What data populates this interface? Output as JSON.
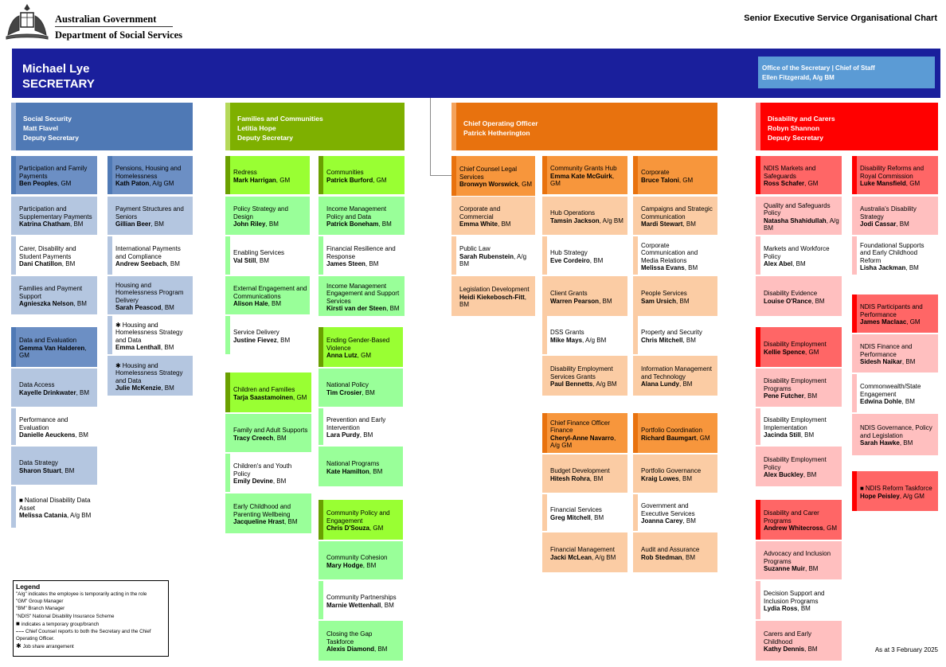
{
  "header": {
    "gov_line1": "Australian Government",
    "gov_line2": "Department of Social Services",
    "chart_title": "Senior Executive Service Organisational Chart",
    "as_at": "As at 3 February 2025"
  },
  "secretary": {
    "name": "Michael Lye",
    "title": "SECRETARY"
  },
  "office_of_secretary": {
    "title": "Office of the Secretary | Chief of Staff",
    "person": "Ellen Fitzgerald, A/g BM"
  },
  "colors": {
    "banner": "#1a1f9c",
    "cos": "#5b9bd5",
    "social_dept": "#4f79b5",
    "social_gm": "#6c8fc4",
    "social_bm": "#b4c6e0",
    "social_accent": "#4f79b5",
    "families_dept": "#7eb000",
    "families_gm": "#99ff33",
    "families_bm": "#99ff99",
    "families_accent": "#6aa000",
    "coo_dept": "#e8720e",
    "coo_gm": "#f7963c",
    "coo_bm": "#fbcca4",
    "coo_accent": "#e8720e",
    "disability_dept": "#ff0000",
    "disability_gm": "#ff6666",
    "disability_bm": "#ffbfbf",
    "disability_accent": "#ff0000"
  },
  "departments": {
    "social": {
      "l1": "Social Security",
      "l2": "Matt Flavel",
      "l3": "Deputy Secretary"
    },
    "families": {
      "l1": "Families and Communities",
      "l2": "Letitia Hope",
      "l3": "Deputy Secretary"
    },
    "coo": {
      "l1": "Chief Operating Officer",
      "l2": "Patrick Hetherington"
    },
    "disability": {
      "l1": "Disability and Carers",
      "l2": "Robyn Shannon",
      "l3": "Deputy Secretary"
    }
  },
  "boxes": {
    "s1": {
      "t": "Participation and Family Payments",
      "n": "Ben Peoples",
      "r": ", GM"
    },
    "s2": {
      "t": "Participation and Supplementary Payments",
      "n": "Katrina Chatham",
      "r": ", BM"
    },
    "s3": {
      "t": "Carer, Disability and Student Payments",
      "n": "Dani Chatillon",
      "r": ", BM"
    },
    "s4": {
      "t": "Families and Payment Support",
      "n": "Agnieszka Nelson",
      "r": ", BM"
    },
    "s5": {
      "t": "Data and Evaluation",
      "n": "Gemma Van Halderen",
      "r": ", GM"
    },
    "s6": {
      "t": "Data Access",
      "n": "Kayelle Drinkwater",
      "r": ", BM"
    },
    "s7": {
      "t": "Performance and Evaluation",
      "n": "Danielle Aeuckens",
      "r": ", BM"
    },
    "s8": {
      "t": "Data Strategy",
      "n": "Sharon Stuart",
      "r": ", BM"
    },
    "s9": {
      "t": "National Disability Data Asset",
      "n": "Melissa Catania",
      "r": ", A/g BM"
    },
    "p1": {
      "t": "Pensions, Housing and Homelessness",
      "n": "Kath Paton",
      "r": ", A/g GM"
    },
    "p2": {
      "t": "Payment Structures and Seniors",
      "n": "Gillian Beer",
      "r": ", BM"
    },
    "p3": {
      "t": "International Payments and Compliance",
      "n": "Andrew Seebach",
      "r": ", BM"
    },
    "p4": {
      "t": "Housing and Homelessness Program Delivery",
      "n": "Sarah Peascod",
      "r": ", BM"
    },
    "p5": {
      "t": "Housing and Homelessness Strategy and Data",
      "n": "Emma Lenthall",
      "r": ", BM"
    },
    "p6": {
      "t": "Housing and Homelessness Strategy and Data",
      "n": "Julie McKenzie",
      "r": ", BM"
    },
    "f1": {
      "t": "Redress",
      "n": "Mark Harrigan",
      "r": ", GM"
    },
    "f2": {
      "t": "Policy Strategy and Design",
      "n": "John Riley",
      "r": ", BM"
    },
    "f3": {
      "t": "Enabling Services",
      "n": "Val Still",
      "r": ", BM"
    },
    "f4": {
      "t": "External Engagement and Communications",
      "n": "Alison Hale",
      "r": ", BM"
    },
    "f5": {
      "t": "Service Delivery",
      "n": "Justine Fievez",
      "r": ", BM"
    },
    "f6": {
      "t": "Children and Families",
      "n": "Tarja Saastamoinen",
      "r": ", GM"
    },
    "f7": {
      "t": "Family and Adult Supports",
      "n": "Tracy Creech",
      "r": ", BM"
    },
    "f8": {
      "t": "Children's and Youth Policy",
      "n": "Emily Devine",
      "r": ", BM"
    },
    "f9": {
      "t": "Early Childhood and Parenting Wellbeing",
      "n": "Jacqueline Hrast",
      "r": ", BM"
    },
    "c1": {
      "t": "Communities",
      "n": "Patrick Burford",
      "r": ", GM"
    },
    "c2": {
      "t": "Income Management Policy and Data",
      "n": "Patrick Boneham",
      "r": ", BM"
    },
    "c3": {
      "t": "Financial Resilience and Response",
      "n": "James Steen",
      "r": ", BM"
    },
    "c4": {
      "t": "Income Management Engagement and Support Services",
      "n": "Kirsti van der Steen",
      "r": ", BM"
    },
    "c5": {
      "t": "Ending Gender-Based Violence",
      "n": "Anna Lutz",
      "r": ", GM"
    },
    "c6": {
      "t": "National Policy",
      "n": "Tim Crosier",
      "r": ", BM"
    },
    "c7": {
      "t": "Prevention and Early Intervention",
      "n": "Lara Purdy",
      "r": ", BM"
    },
    "c8": {
      "t": "National Programs",
      "n": "Kate Hamilton",
      "r": ", BM"
    },
    "c9": {
      "t": "Community Policy and Engagement",
      "n": "Chris D'Souza",
      "r": ", GM"
    },
    "c10": {
      "t": "Community Cohesion",
      "n": "Mary Hodge",
      "r": ", BM"
    },
    "c11": {
      "t": "Community Partnerships",
      "n": "Marnie Wettenhall",
      "r": ", BM"
    },
    "c12": {
      "t": "Closing the Gap Taskforce",
      "n": "Alexis Diamond",
      "r": ", BM"
    },
    "o1": {
      "t": "Chief Counsel Legal Services",
      "n": "Bronwyn Worswick",
      "r": ", GM"
    },
    "o2": {
      "t": "Corporate and Commercial",
      "n": "Emma White",
      "r": ", BM"
    },
    "o3": {
      "t": "Public Law",
      "n": "Sarah Rubenstein",
      "r": ", A/g BM"
    },
    "o4": {
      "t": "Legislation Development",
      "n": "Heidi Kiekebosch-Fitt",
      "r": ", BM"
    },
    "g1": {
      "t": "Community Grants Hub",
      "n": "Emma Kate McGuirk",
      "r": ", GM"
    },
    "g2": {
      "t": "Hub Operations",
      "n": "Tamsin Jackson",
      "r": ", A/g BM"
    },
    "g3": {
      "t": "Hub Strategy",
      "n": "Eve Cordeiro",
      "r": ", BM"
    },
    "g4": {
      "t": "Client Grants",
      "n": "Warren Pearson",
      "r": ", BM"
    },
    "g5": {
      "t": "DSS Grants",
      "n": "Mike Mays",
      "r": ", A/g BM"
    },
    "g6": {
      "t": "Disability Employment Services Grants",
      "n": "Paul Bennetts",
      "r": ", A/g BM"
    },
    "g7": {
      "t": "Chief Finance Officer Finance",
      "n": "Cheryl-Anne Navarro",
      "r": ", A/g GM"
    },
    "g8": {
      "t": "Budget Development",
      "n": "Hitesh Rohra",
      "r": ", BM"
    },
    "g9": {
      "t": "Financial Services",
      "n": "Greg Mitchell",
      "r": ", BM"
    },
    "g10": {
      "t": "Financial Management",
      "n": "Jacki McLean",
      "r": ", A/g BM"
    },
    "k1": {
      "t": "Corporate",
      "n": "Bruce Taloni",
      "r": ", GM"
    },
    "k2": {
      "t": "Campaigns and Strategic Communication",
      "n": "Mardi Stewart",
      "r": ", BM"
    },
    "k3": {
      "t": "Corporate Communication and Media Relations",
      "n": "Melissa Evans",
      "r": ", BM"
    },
    "k4": {
      "t": "People Services",
      "n": "Sam Ursich",
      "r": ", BM"
    },
    "k5": {
      "t": "Property and Security",
      "n": "Chris Mitchell",
      "r": ", BM"
    },
    "k6": {
      "t": "Information Management and Technology",
      "n": "Alana Lundy",
      "r": ", BM"
    },
    "k7": {
      "t": "Portfolio Coordination",
      "n": "Richard Baumgart",
      "r": ", GM"
    },
    "k8": {
      "t": "Portfolio Governance",
      "n": "Kraig Lowes",
      "r": ", BM"
    },
    "k9": {
      "t": "Government and Executive Services",
      "n": "Joanna Carey",
      "r": ", BM"
    },
    "k10": {
      "t": "Audit and Assurance",
      "n": "Rob Stedman",
      "r": ", BM"
    },
    "d1": {
      "t": "NDIS Markets and Safeguards",
      "n": "Ross Schafer",
      "r": ", GM"
    },
    "d2": {
      "t": "Quality and Safeguards Policy",
      "n": "Natasha Shahidullah",
      "r": ", A/g BM"
    },
    "d3": {
      "t": "Markets and Workforce Policy",
      "n": "Alex Abel",
      "r": ", BM"
    },
    "d4": {
      "t": "Disability Evidence",
      "n": "Louise O'Rance",
      "r": ", BM"
    },
    "d5": {
      "t": "Disability Employment",
      "n": "Kellie Spence",
      "r": ", GM"
    },
    "d6": {
      "t": "Disability Employment Programs",
      "n": "Pene Futcher",
      "r": ", BM"
    },
    "d7": {
      "t": "Disability Employment Implementation",
      "n": "Jacinda Still",
      "r": ", BM"
    },
    "d8": {
      "t": "Disability Employment Policy",
      "n": "Alex Buckley",
      "r": ", BM"
    },
    "d9": {
      "t": "Disability and Carer Programs",
      "n": "Andrew Whitecross",
      "r": ", GM"
    },
    "d10": {
      "t": "Advocacy and Inclusion Programs",
      "n": "Suzanne Muir",
      "r": ", BM"
    },
    "d11": {
      "t": "Decision Support and Inclusion Programs",
      "n": "Lydia Ross",
      "r": ", BM"
    },
    "d12": {
      "t": "Carers and Early Childhood",
      "n": "Kathy Dennis",
      "r": ", BM"
    },
    "r1": {
      "t": "Disability Reforms and Royal Commission",
      "n": "Luke Mansfield",
      "r": ", GM"
    },
    "r2": {
      "t": "Australia's Disability Strategy",
      "n": "Jodi Cassar",
      "r": ", BM"
    },
    "r3": {
      "t": "Foundational Supports and Early Childhood Reform",
      "n": "Lisha Jackman",
      "r": ", BM"
    },
    "r4": {
      "t": "NDIS Participants and Performance",
      "n": "James Maclaac",
      "r": ", GM"
    },
    "r5": {
      "t": "NDIS Finance and Performance",
      "n": "Sidesh Naikar",
      "r": ", BM"
    },
    "r6": {
      "t": "Commonwealth/State Engagement",
      "n": "Edwina Dohle",
      "r": ", BM"
    },
    "r7": {
      "t": "NDIS Governance, Policy and Legislation",
      "n": "Sarah Hawke",
      "r": ", BM"
    },
    "r8": {
      "t": "NDIS Reform Taskforce",
      "n": "Hope Peisley",
      "r": ", A/g GM"
    }
  },
  "legend": {
    "title": "Legend",
    "l1": "\"A/g\" indicates the employee is temporarily acting in the role",
    "l2": "\"GM\" Group Manager",
    "l3": "\"BM\" Branch Manager",
    "l4": "\"NDIS\" National Disability Insurance Scheme",
    "l5": "indicates a temporary group/branch",
    "l6": "Chief Counsel reports to both the Secretary and the Chief Operating Officer.",
    "l7": "Job share arrangement"
  }
}
